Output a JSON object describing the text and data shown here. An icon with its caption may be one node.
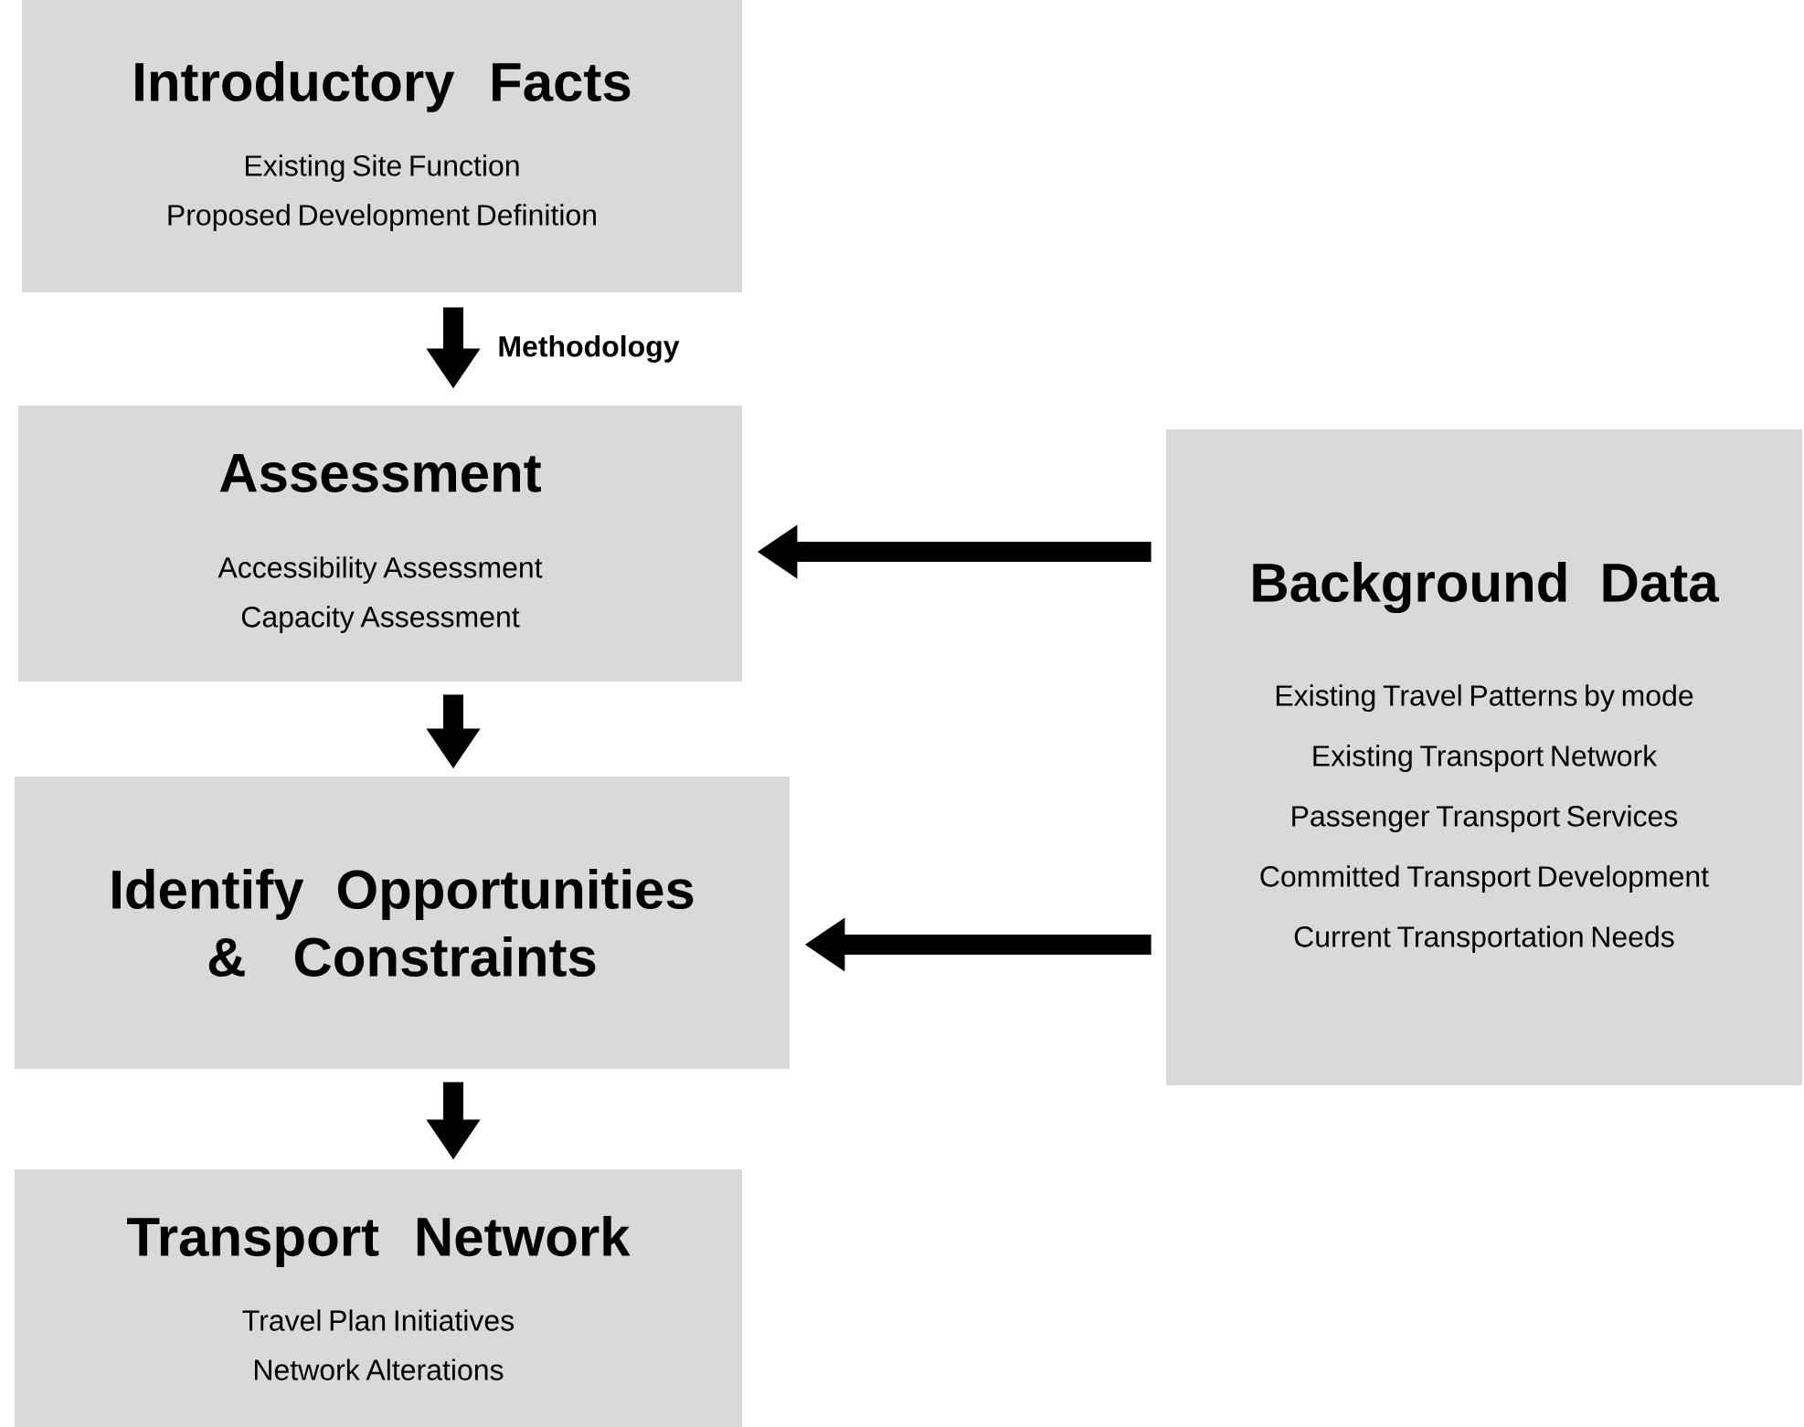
{
  "diagram": {
    "nodes": [
      {
        "text": [
          "Introductory Facts",
          "Existing Site Function",
          "Proposed Development Definition"
        ]
      },
      {
        "text": [
          "Assessment",
          "Accessibility Assessment",
          "Capacity Assessment"
        ]
      },
      {
        "text": [
          "Identify Opportunities & Constraints"
        ]
      },
      {
        "text": [
          "Transport Network",
          "Travel Plan Initiatives",
          "Network Alterations"
        ]
      },
      {
        "text": [
          "Background Data",
          "Existing Travel Patterns by mode",
          "Existing Transport Network",
          "Passenger Transport Services",
          "Committed Transport Development",
          "Current Transportation Needs"
        ]
      }
    ],
    "edges": [
      {
        "from": 0,
        "to": 1,
        "arrow": "to",
        "label": "Methodology"
      },
      {
        "from": 1,
        "to": 2,
        "arrow": "to"
      },
      {
        "from": 2,
        "to": 3,
        "arrow": "to"
      },
      {
        "from": 4,
        "to": 1,
        "arrow": "to"
      },
      {
        "from": 4,
        "to": 2,
        "arrow": "to"
      }
    ]
  }
}
